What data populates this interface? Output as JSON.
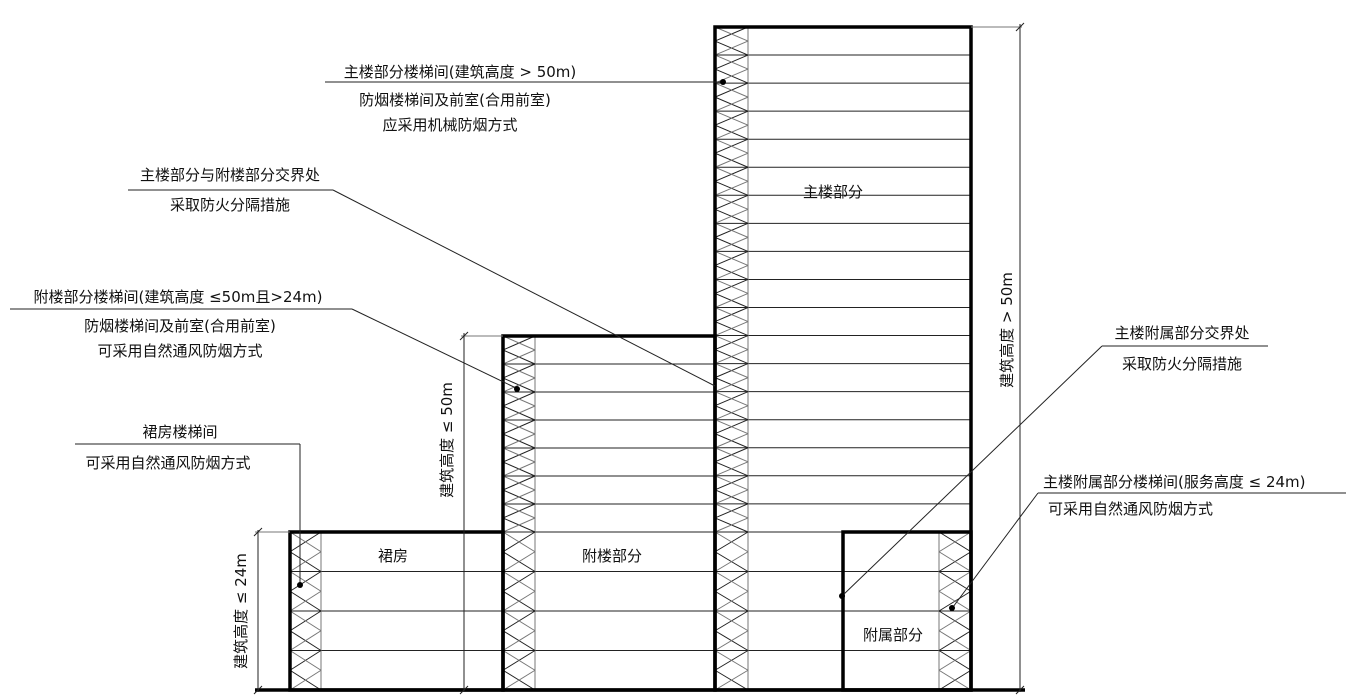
{
  "rooms": {
    "main": "主楼部分",
    "annex": "附楼部分",
    "podium": "裙房",
    "auxiliary": "附属部分"
  },
  "dimensions": {
    "podium_height": "建筑高度 ≤ 24m",
    "annex_height": "建筑高度 ≤ 50m",
    "main_height": "建筑高度 > 50m"
  },
  "annotations": {
    "main_stair": [
      "主楼部分楼梯间(建筑高度 > 50m)",
      "防烟楼梯间及前室(合用前室)",
      "应采用机械防烟方式"
    ],
    "main_annex_boundary": [
      "主楼部分与附楼部分交界处",
      "采取防火分隔措施"
    ],
    "annex_stair": [
      "附楼部分楼梯间(建筑高度 ≤50m且>24m)",
      "防烟楼梯间及前室(合用前室)",
      "可采用自然通风防烟方式"
    ],
    "podium_stair": [
      "裙房楼梯间",
      "可采用自然通风防烟方式"
    ],
    "aux_boundary": [
      "主楼附属部分交界处",
      "采取防火分隔措施"
    ],
    "aux_stair": [
      "主楼附属部分楼梯间(服务高度 ≤ 24m)",
      "可采用自然通风防烟方式"
    ]
  }
}
